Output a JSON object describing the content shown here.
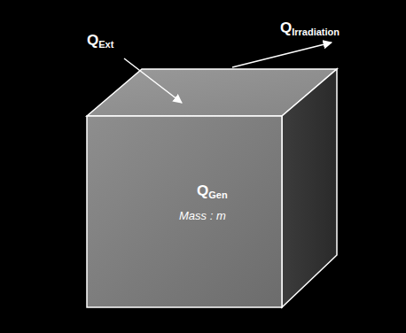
{
  "diagram": {
    "nodes": [
      {
        "text": [
          "Q",
          "Gen",
          "Mass : m"
        ]
      }
    ],
    "labels": [
      "Q",
      "Ext",
      "Q",
      "Irradiation"
    ]
  }
}
